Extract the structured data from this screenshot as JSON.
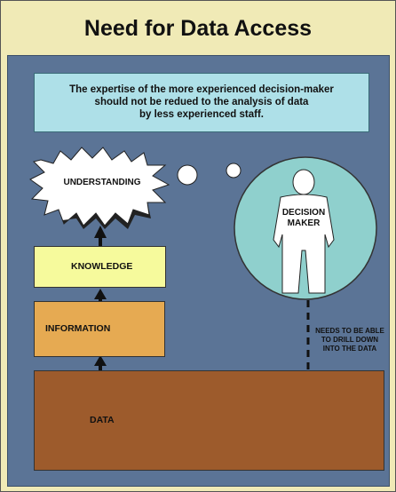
{
  "title": "Need for Data Access",
  "quote": {
    "line1": "The expertise of the more experienced decision-maker",
    "line2": "should not be redued to the analysis of data",
    "line3": "by less experienced staff."
  },
  "levels": {
    "understanding": "UNDERSTANDING",
    "knowledge": "KNOWLEDGE",
    "information": "INFORMATION",
    "data": "DATA"
  },
  "decision_maker": {
    "line1": "DECISION",
    "line2": "MAKER"
  },
  "drill": {
    "line1": "NEEDS TO BE ABLE",
    "line2": "TO DRILL DOWN",
    "line3": "INTO THE DATA"
  },
  "colors": {
    "background": "#f0eab6",
    "panel": "#5b7496",
    "quote_box": "#aee0e8",
    "knowledge": "#f6fa9c",
    "information": "#e6aa52",
    "data": "#9d5b2c",
    "bubble": "#8fd0cd"
  }
}
